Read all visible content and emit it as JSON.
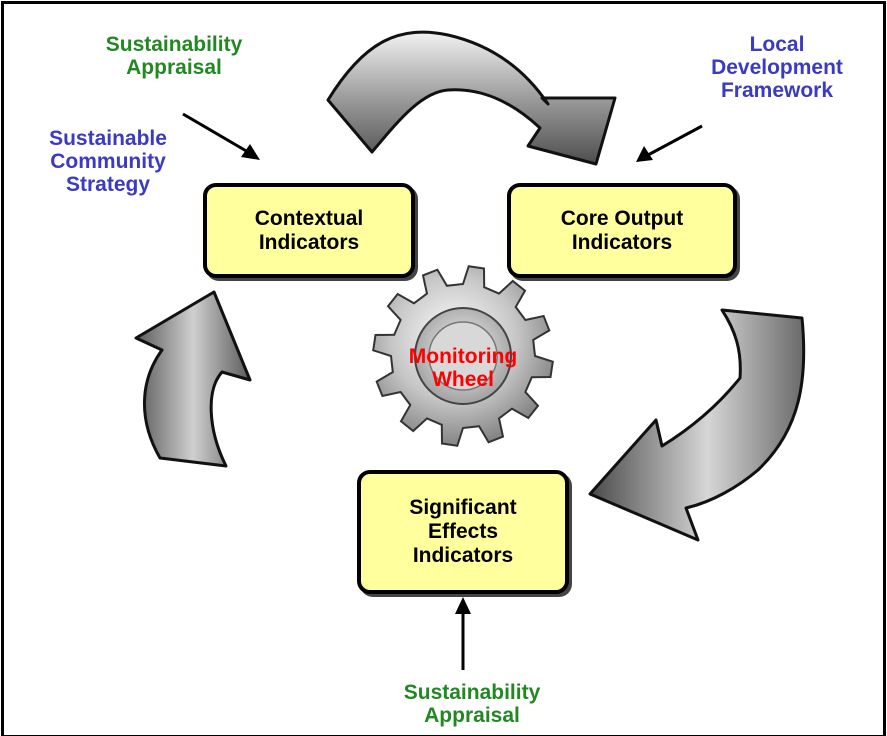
{
  "labels": {
    "sa_top": "Sustainability\nAppraisal",
    "scs": "Sustainable\nCommunity\nStrategy",
    "ldf": "Local\nDevelopment\nFramework",
    "sa_bottom": "Sustainability\nAppraisal"
  },
  "boxes": {
    "contextual": "Contextual\nIndicators",
    "core_output": "Core Output\nIndicators",
    "significant": "Significant\nEffects\nIndicators"
  },
  "center": {
    "title": "Monitoring\nWheel"
  },
  "icons": [
    "curved-arrow-icon",
    "gear-icon",
    "pointer-arrow-icon"
  ],
  "colors": {
    "green_label": "#228822",
    "blue_label": "#3a3ac4",
    "box_fill": "#ffff9e",
    "gear_text": "#ff0000",
    "arrow_gray": "#9a9a9a"
  }
}
